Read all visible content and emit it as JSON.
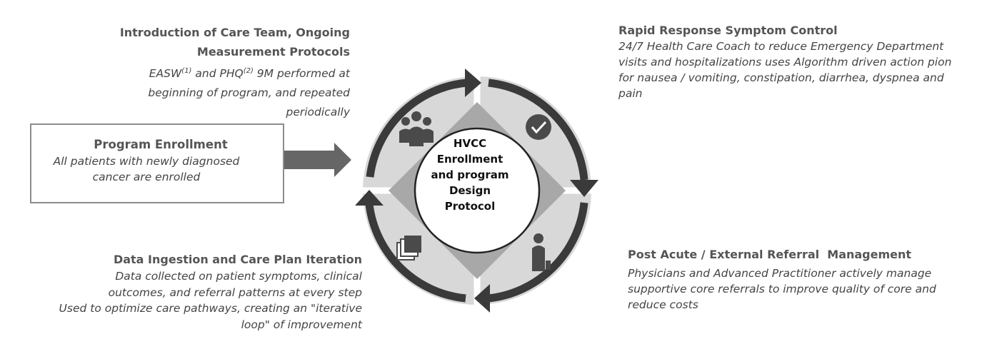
{
  "intro": {
    "title_line1": "Introduction of Care Team, Ongoing",
    "title_line2": "Measurement Protocols",
    "body_line1_pre": "EASW",
    "body_line1_sup1": "(1)",
    "body_line1_mid": " and PHQ",
    "body_line1_sup2": "(2)",
    "body_line1_post": " 9M performed at",
    "body_line2": "beginning of program, and repeated",
    "body_line3": "periodically"
  },
  "rapid": {
    "title": "Rapid Response Symptom Control",
    "body_line1": "24/7 Health Care Coach to reduce Emergency Department",
    "body_line2": "visits and hospitalizations uses Algorithm driven action pion",
    "body_line3": "for nausea / vomiting, constipation, diarrhea, dyspnea and",
    "body_line4": "pain"
  },
  "enroll": {
    "title": "Program Enrollment",
    "body_line1": "All patients with newly diagnosed",
    "body_line2": "cancer are enrolled"
  },
  "center": {
    "line1": "HVCC",
    "line2": "Enrollment",
    "line3": "and program",
    "line4": "Design",
    "line5": "Protocol"
  },
  "data_ingest": {
    "title": "Data Ingestion and Care Plan Iteration",
    "body_line1": "Data collected on patient symptoms, clinical",
    "body_line2": "outcomes, and referral patterns at every step",
    "body_line3": "Used to optimize care pathways, creating an \"iterative",
    "body_line4": "loop\" of improvement"
  },
  "post_acute": {
    "title": "Post Acute / External Referral  Management",
    "body_line1": "Physicians and Advanced Practitioner actively manage",
    "body_line2": "supportive core referrals to improve quality of core and",
    "body_line3": "reduce costs"
  },
  "icons": {
    "top_left": "care-team-group-icon",
    "top_right": "checkmark-circle-icon",
    "bottom_left": "stacked-documents-icon",
    "bottom_right": "physician-person-icon"
  },
  "colors": {
    "ring": "#3a3a3a",
    "quadrant_light": "#d6d6d6",
    "diamond": "#a9a9a9",
    "box_border": "#8c8c8c",
    "arrow": "#666666"
  }
}
